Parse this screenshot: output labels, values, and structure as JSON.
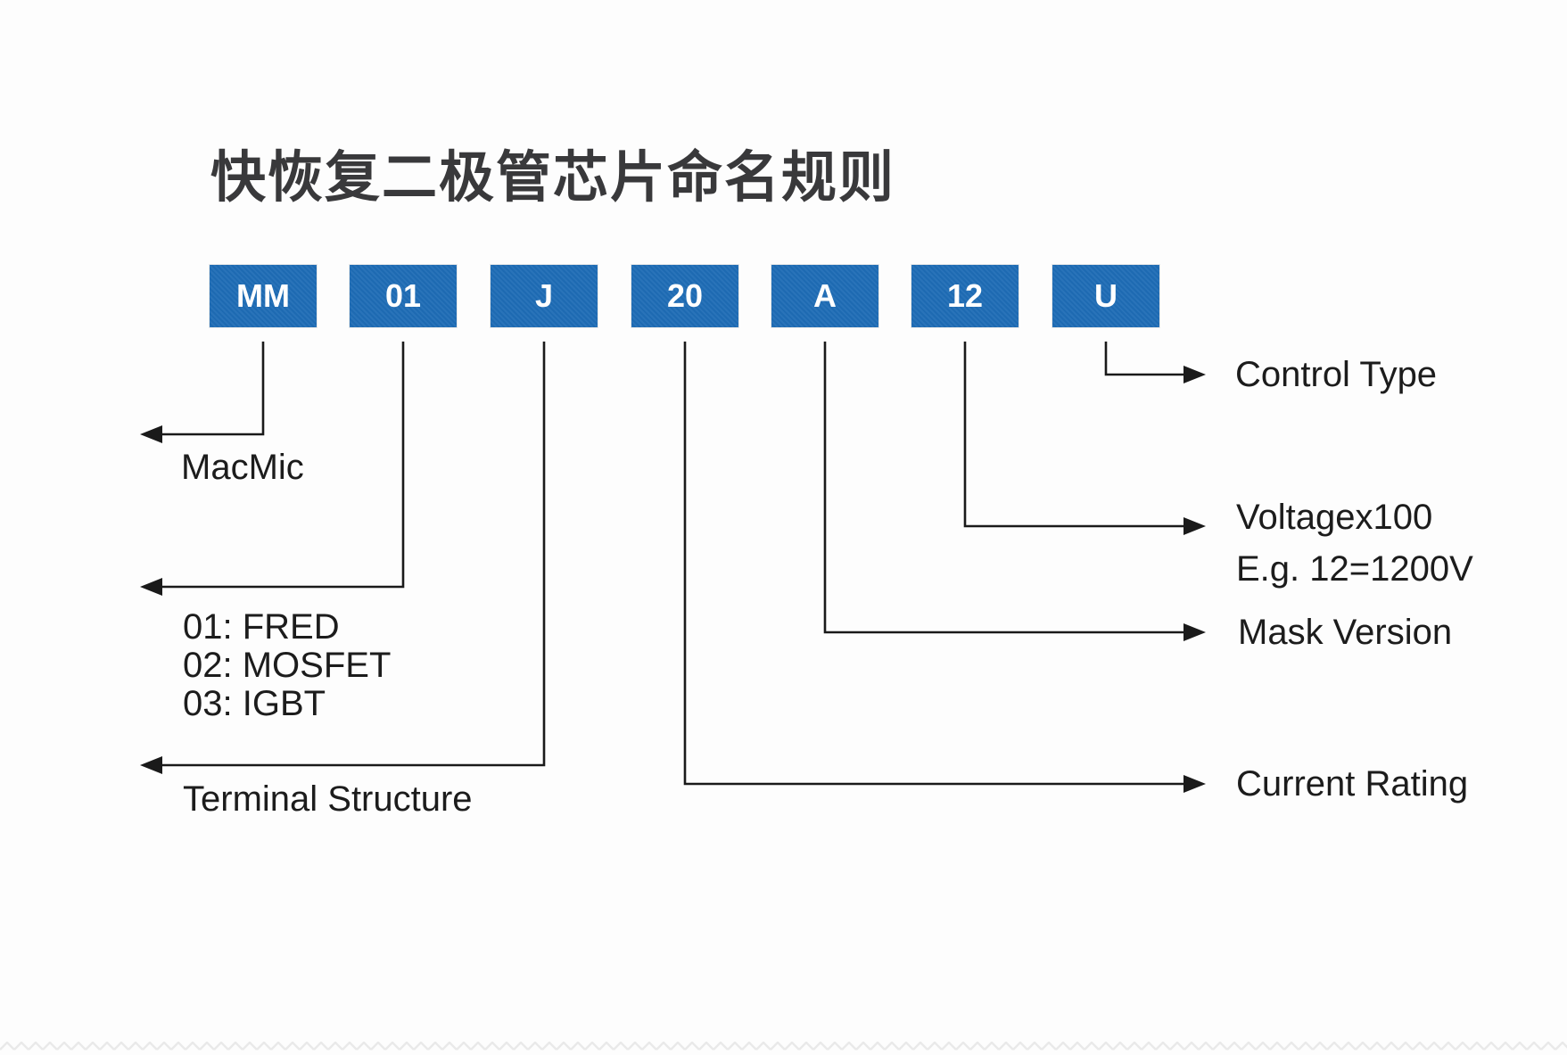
{
  "title": "快恢复二极管芯片命名规则",
  "code_boxes": [
    {
      "label": "MM"
    },
    {
      "label": "01"
    },
    {
      "label": "J"
    },
    {
      "label": "20"
    },
    {
      "label": "A"
    },
    {
      "label": "12"
    },
    {
      "label": "U"
    }
  ],
  "annotations": {
    "macmic": "MacMic",
    "terminal_codes": [
      "01: FRED",
      "02: MOSFET",
      "03: IGBT"
    ],
    "terminal_structure": "Terminal Structure",
    "current_rating": "Current Rating",
    "mask_version": "Mask Version",
    "voltage_line1": "Voltagex100",
    "voltage_line2": "E.g. 12=1200V",
    "control_type": "Control Type"
  },
  "colors": {
    "box_blue": "#1e6cb5",
    "box_text": "#ffffff",
    "connector_line": "#1a1a1a",
    "title_text": "#39393b",
    "label_text": "#1c1c1c",
    "background": "#fdfdfd"
  }
}
